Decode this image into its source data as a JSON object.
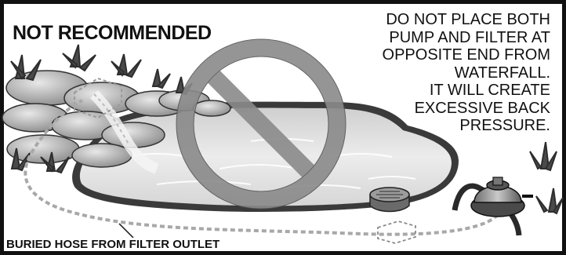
{
  "title": "NOT RECOMMENDED",
  "warning_lines": [
    "DO NOT PLACE BOTH",
    "PUMP AND FILTER AT",
    "OPPOSITE END FROM",
    "WATERFALL.",
    "IT WILL CREATE",
    "EXCESSIVE BACK",
    "PRESSURE."
  ],
  "caption": "BURIED HOSE FROM FILTER OUTLET",
  "colors": {
    "frame": "#111111",
    "prohibition_symbol": "#8a8a8a",
    "water": "#e2e2e2",
    "rock": "#bdbdbd",
    "plant": "#2e2e2e",
    "hose": "#a8a8a8"
  },
  "icons": [
    "prohibition-icon",
    "pump-icon",
    "filter-icon"
  ]
}
